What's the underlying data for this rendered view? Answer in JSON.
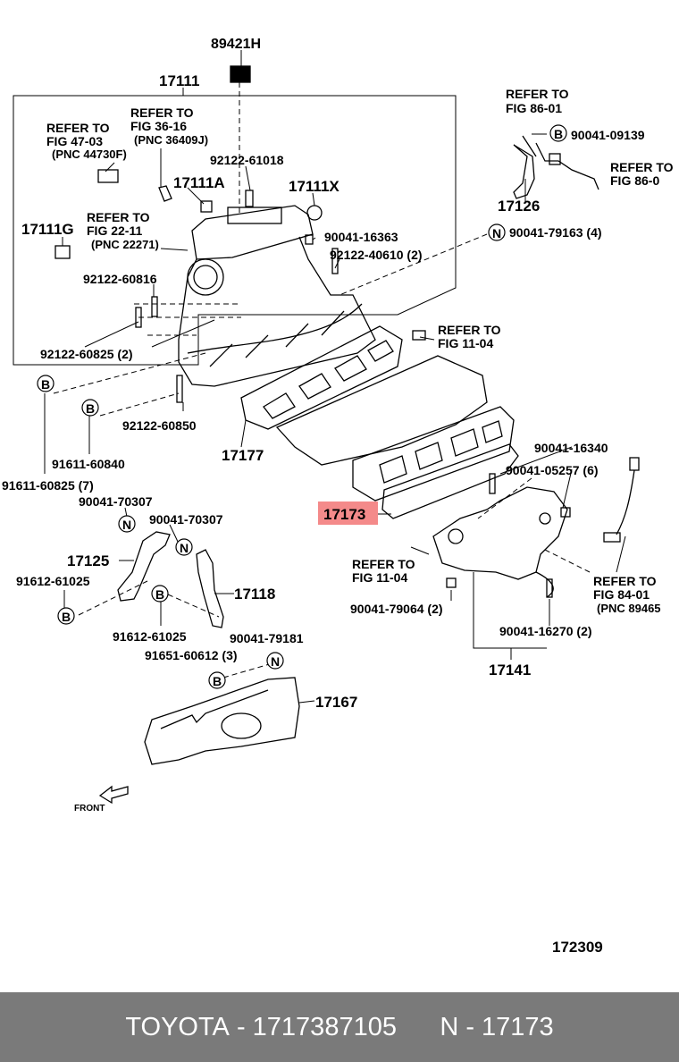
{
  "labels": {
    "p89421H": "89421H",
    "p17111": "17111",
    "refer_86_01_a": "REFER TO",
    "refer_86_01_b": "FIG 86-01",
    "p90041_09139": "90041-09139",
    "refer_47_03_a": "REFER TO",
    "refer_47_03_b": "FIG 47-03",
    "refer_47_03_c": "(PNC 44730F)",
    "refer_36_16_a": "REFER TO",
    "refer_36_16_b": "FIG 36-16",
    "refer_36_16_c": "(PNC 36409J)",
    "p92122_61018": "92122-61018",
    "refer_86_0_a": "REFER TO",
    "refer_86_0_b": "FIG 86-0",
    "p17111A": "17111A",
    "p17111X": "17111X",
    "p17126": "17126",
    "p17111G": "17111G",
    "refer_22_11_a": "REFER TO",
    "refer_22_11_b": "FIG 22-11",
    "refer_22_11_c": "(PNC 22271)",
    "p90041_79163": "90041-79163 (4)",
    "p90041_16363": "90041-16363",
    "p92122_40610": "92122-40610 (2)",
    "p92122_60816": "92122-60816",
    "refer_11_04_a": "REFER TO",
    "refer_11_04_b": "FIG 11-04",
    "p92122_60825": "92122-60825 (2)",
    "p92122_60850": "92122-60850",
    "p17177": "17177",
    "p91611_60840": "91611-60840",
    "p91611_60825": "91611-60825 (7)",
    "p90041_16340": "90041-16340",
    "p90041_05257": "90041-05257 (6)",
    "p90041_70307_a": "90041-70307",
    "p90041_70307_b": "90041-70307",
    "p17173": "17173",
    "p17125": "17125",
    "refer_11_04_c": "REFER TO",
    "refer_11_04_d": "FIG 11-04",
    "p91612_61025_a": "91612-61025",
    "p17118": "17118",
    "refer_84_01_a": "REFER TO",
    "refer_84_01_b": "FIG 84-01",
    "refer_84_01_c": "(PNC 89465",
    "p90041_79064": "90041-79064 (2)",
    "p91612_61025_b": "91612-61025",
    "p90041_79181": "90041-79181",
    "p90041_16270": "90041-16270 (2)",
    "p91651_60612": "91651-60612 (3)",
    "p17141": "17141",
    "p17167": "17167",
    "front": "FRONT",
    "diagram_no": "172309"
  },
  "markers": {
    "B": "B",
    "N": "N"
  },
  "highlight": {
    "part": "17173",
    "color": "#f48a8a"
  },
  "footer": {
    "brand": "TOYOTA",
    "part_number": "1717387105",
    "ref": "N - 17173",
    "background": "#7a7a7a"
  }
}
